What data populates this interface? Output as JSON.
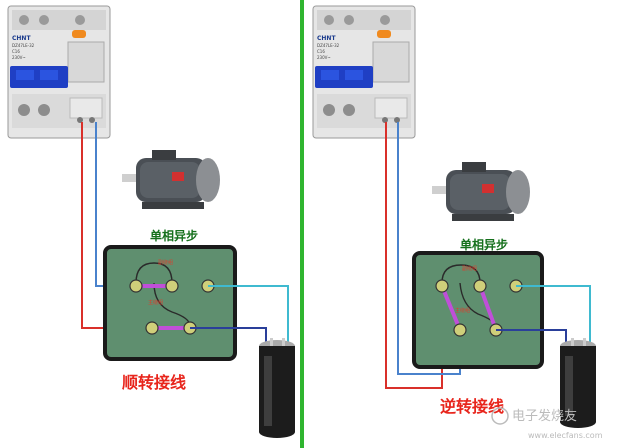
{
  "left_panel": {
    "breaker": {
      "brand": "CHNT",
      "model": "DZ47LE-32",
      "line1": "C16",
      "line2": "230V~"
    },
    "motor_label": "单相异步",
    "winding_top": "副绕组",
    "winding_bottom": "主绕组",
    "caption": "顺转接线"
  },
  "right_panel": {
    "breaker": {
      "brand": "CHNT",
      "model": "DZ47LE-32",
      "line1": "C16",
      "line2": "230V~"
    },
    "motor_label": "单相异步",
    "winding_top": "副绕组",
    "winding_bottom": "主绕组",
    "caption": "逆转接线"
  },
  "watermark": {
    "text": "电子发烧友",
    "url": "www.elecfans.com"
  },
  "colors": {
    "divider": "#2fb52f",
    "wire_red": "#d9302a",
    "wire_blue": "#4a82cc",
    "wire_cyan": "#3fbad0",
    "wire_navy": "#2a3f9a",
    "jumper": "#c04fd9",
    "box_fill": "#5f8f6f",
    "box_border": "#1a1a1a",
    "motor_label": "#15701c",
    "caption": "#e8251c"
  }
}
